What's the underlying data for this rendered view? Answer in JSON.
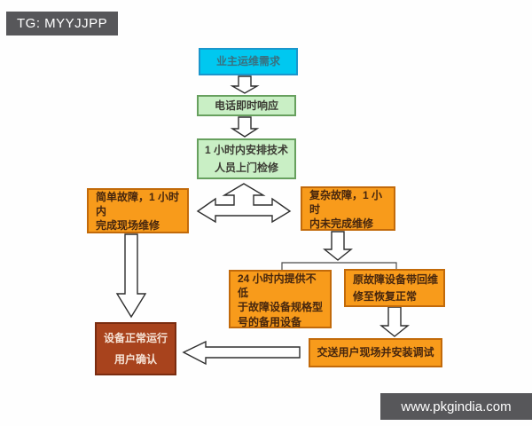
{
  "badge": {
    "text": "TG: MYYJJPP"
  },
  "watermark": {
    "text": "www.pkgindia.com"
  },
  "colors": {
    "badge_bg": "#57575A",
    "cyan_node": "#00C8F0",
    "green_node": "#C9EFC5",
    "orange_node": "#F89B1B",
    "dark_red_node": "#A8431D",
    "arrow_outline": "#2E2E2E"
  },
  "flowchart": {
    "nodes": {
      "owner_demand": {
        "lines": [
          "业主运维需求"
        ]
      },
      "phone_response": {
        "lines": [
          "电话即时响应"
        ]
      },
      "dispatch": {
        "lines": [
          "1 小时内安排技术",
          "人员上门检修"
        ]
      },
      "simple_fault": {
        "lines": [
          "简单故障，1 小时内",
          "完成现场维修"
        ]
      },
      "complex_fault": {
        "lines": [
          "复杂故障，1 小时",
          "内未完成维修"
        ]
      },
      "backup_equipment": {
        "lines": [
          "24 小时内提供不低",
          "于故障设备规格型",
          "号的备用设备"
        ]
      },
      "repair_return": {
        "lines": [
          "原故障设备带回维",
          "修至恢复正常"
        ]
      },
      "deliver_install": {
        "lines": [
          "交送用户现场并安装调试"
        ]
      },
      "user_confirm": {
        "lines": [
          "设备正常运行",
          "用户确认"
        ]
      }
    }
  }
}
